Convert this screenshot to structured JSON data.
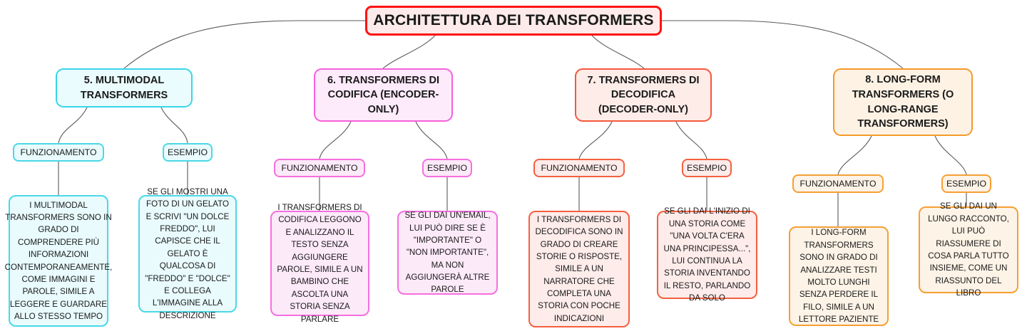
{
  "diagram": {
    "type": "mind-map",
    "background": "#ffffff",
    "root": {
      "label": "ARCHITETTURA DEI TRANSFORMERS",
      "border_color": "#ff1111",
      "fill_color": "#fdeaea"
    },
    "connector_color": "#5a5a5a",
    "branches": [
      {
        "title": "5. MULTIMODAL TRANSFORMERS",
        "border_color": "#39d6e8",
        "fill_color": "#eafcfe",
        "children": [
          {
            "label": "FUNZIONAMENTO",
            "detail": "I MULTIMODAL TRANSFORMERS SONO IN GRADO DI COMPRENDERE PIÙ INFORMAZIONI CONTEMPORANEAMENTE, COME IMMAGINI E PAROLE, SIMILE A LEGGERE E GUARDARE ALLO STESSO TEMPO"
          },
          {
            "label": "ESEMPIO",
            "detail": "SE GLI MOSTRI UNA FOTO DI UN GELATO E SCRIVI \"UN DOLCE FREDDO\", LUI CAPISCE CHE IL GELATO È QUALCOSA DI \"FREDDO\" E \"DOLCE\" E COLLEGA L'IMMAGINE ALLA DESCRIZIONE"
          }
        ]
      },
      {
        "title": "6. TRANSFORMERS DI CODIFICA (ENCODER-ONLY)",
        "border_color": "#f75fdc",
        "fill_color": "#fdeafb",
        "children": [
          {
            "label": "FUNZIONAMENTO",
            "detail": "I TRANSFORMERS DI CODIFICA LEGGONO E ANALIZZANO IL TESTO SENZA AGGIUNGERE PAROLE, SIMILE A UN BAMBINO CHE ASCOLTA UNA STORIA SENZA PARLARE"
          },
          {
            "label": "ESEMPIO",
            "detail": "SE GLI DAI UN'EMAIL, LUI PUÒ DIRE SE È \"IMPORTANTE\" O \"NON IMPORTANTE\", MA NON AGGIUNGERÀ ALTRE PAROLE"
          }
        ]
      },
      {
        "title": "7. TRANSFORMERS DI DECODIFICA (DECODER-ONLY)",
        "border_color": "#f4573a",
        "fill_color": "#fdece8",
        "children": [
          {
            "label": "FUNZIONAMENTO",
            "detail": "I TRANSFORMERS DI DECODIFICA SONO IN GRADO DI CREARE STORIE O RISPOSTE, SIMILE A UN NARRATORE CHE COMPLETA UNA STORIA CON POCHE INDICAZIONI"
          },
          {
            "label": "ESEMPIO",
            "detail": "SE GLI DAI L'INIZIO DI UNA STORIA COME \"UNA VOLTA C'ERA UNA PRINCIPESSA...\", LUI CONTINUA LA STORIA INVENTANDO IL RESTO, PARLANDO DA SOLO"
          }
        ]
      },
      {
        "title": "8. LONG-FORM TRANSFORMERS (O LONG-RANGE TRANSFORMERS)",
        "border_color": "#f59a2a",
        "fill_color": "#fdf2e4",
        "children": [
          {
            "label": "FUNZIONAMENTO",
            "detail": "I LONG-FORM TRANSFORMERS SONO IN GRADO DI ANALIZZARE TESTI MOLTO LUNGHI SENZA PERDERE IL FILO, SIMILE A UN LETTORE PAZIENTE"
          },
          {
            "label": "ESEMPIO",
            "detail": "SE GLI DAI UN LUNGO RACCONTO, LUI PUÒ RIASSUMERE DI COSA PARLA TUTTO INSIEME, COME UN RIASSUNTO DEL LIBRO"
          }
        ]
      }
    ]
  }
}
